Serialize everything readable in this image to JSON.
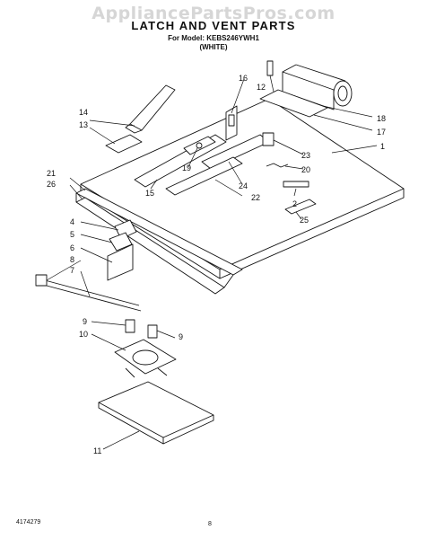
{
  "watermark": "AppliancePartsPros.com",
  "title": "LATCH AND VENT PARTS",
  "model_line": "For Model: KEBS246YWH1",
  "color_line": "(WHITE)",
  "footer_left": "4174279",
  "footer_page": "8",
  "callouts": {
    "c1": "1",
    "c2": "2",
    "c4": "4",
    "c5": "5",
    "c6": "6",
    "c7": "7",
    "c8": "8",
    "c9a": "9",
    "c9b": "9",
    "c10": "10",
    "c11": "11",
    "c12": "12",
    "c13": "13",
    "c14": "14",
    "c15": "15",
    "c16": "16",
    "c17": "17",
    "c18": "18",
    "c19": "19",
    "c20": "20",
    "c21": "21",
    "c22": "22",
    "c23": "23",
    "c24": "24",
    "c25": "25",
    "c26": "26"
  }
}
